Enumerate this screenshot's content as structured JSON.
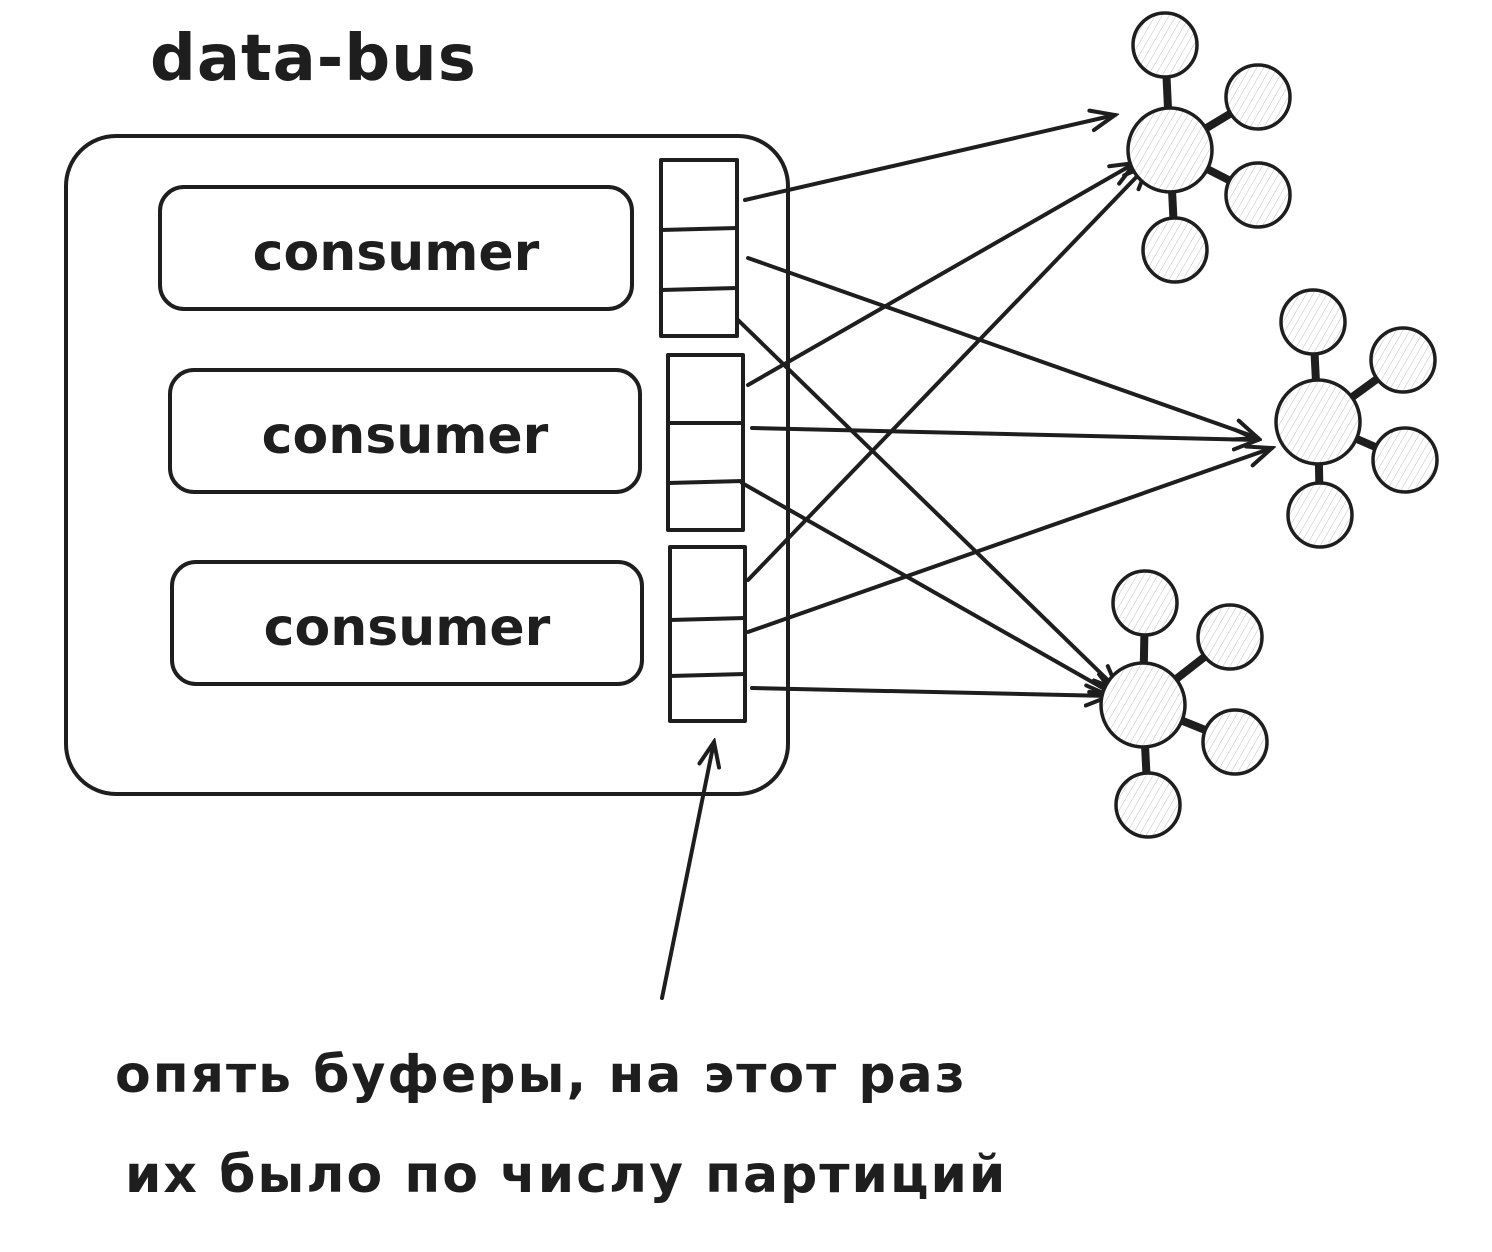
{
  "title": "data-bus",
  "consumers": [
    {
      "label": "consumer"
    },
    {
      "label": "consumer"
    },
    {
      "label": "consumer"
    }
  ],
  "note": {
    "line1": "опять буферы, на этот раз",
    "line2": "их было по числу партиций"
  },
  "colors": {
    "stroke": "#1e1e1e",
    "bus_hatch": "#a5d8ff",
    "buffer_fill": "#ffc9c9"
  }
}
